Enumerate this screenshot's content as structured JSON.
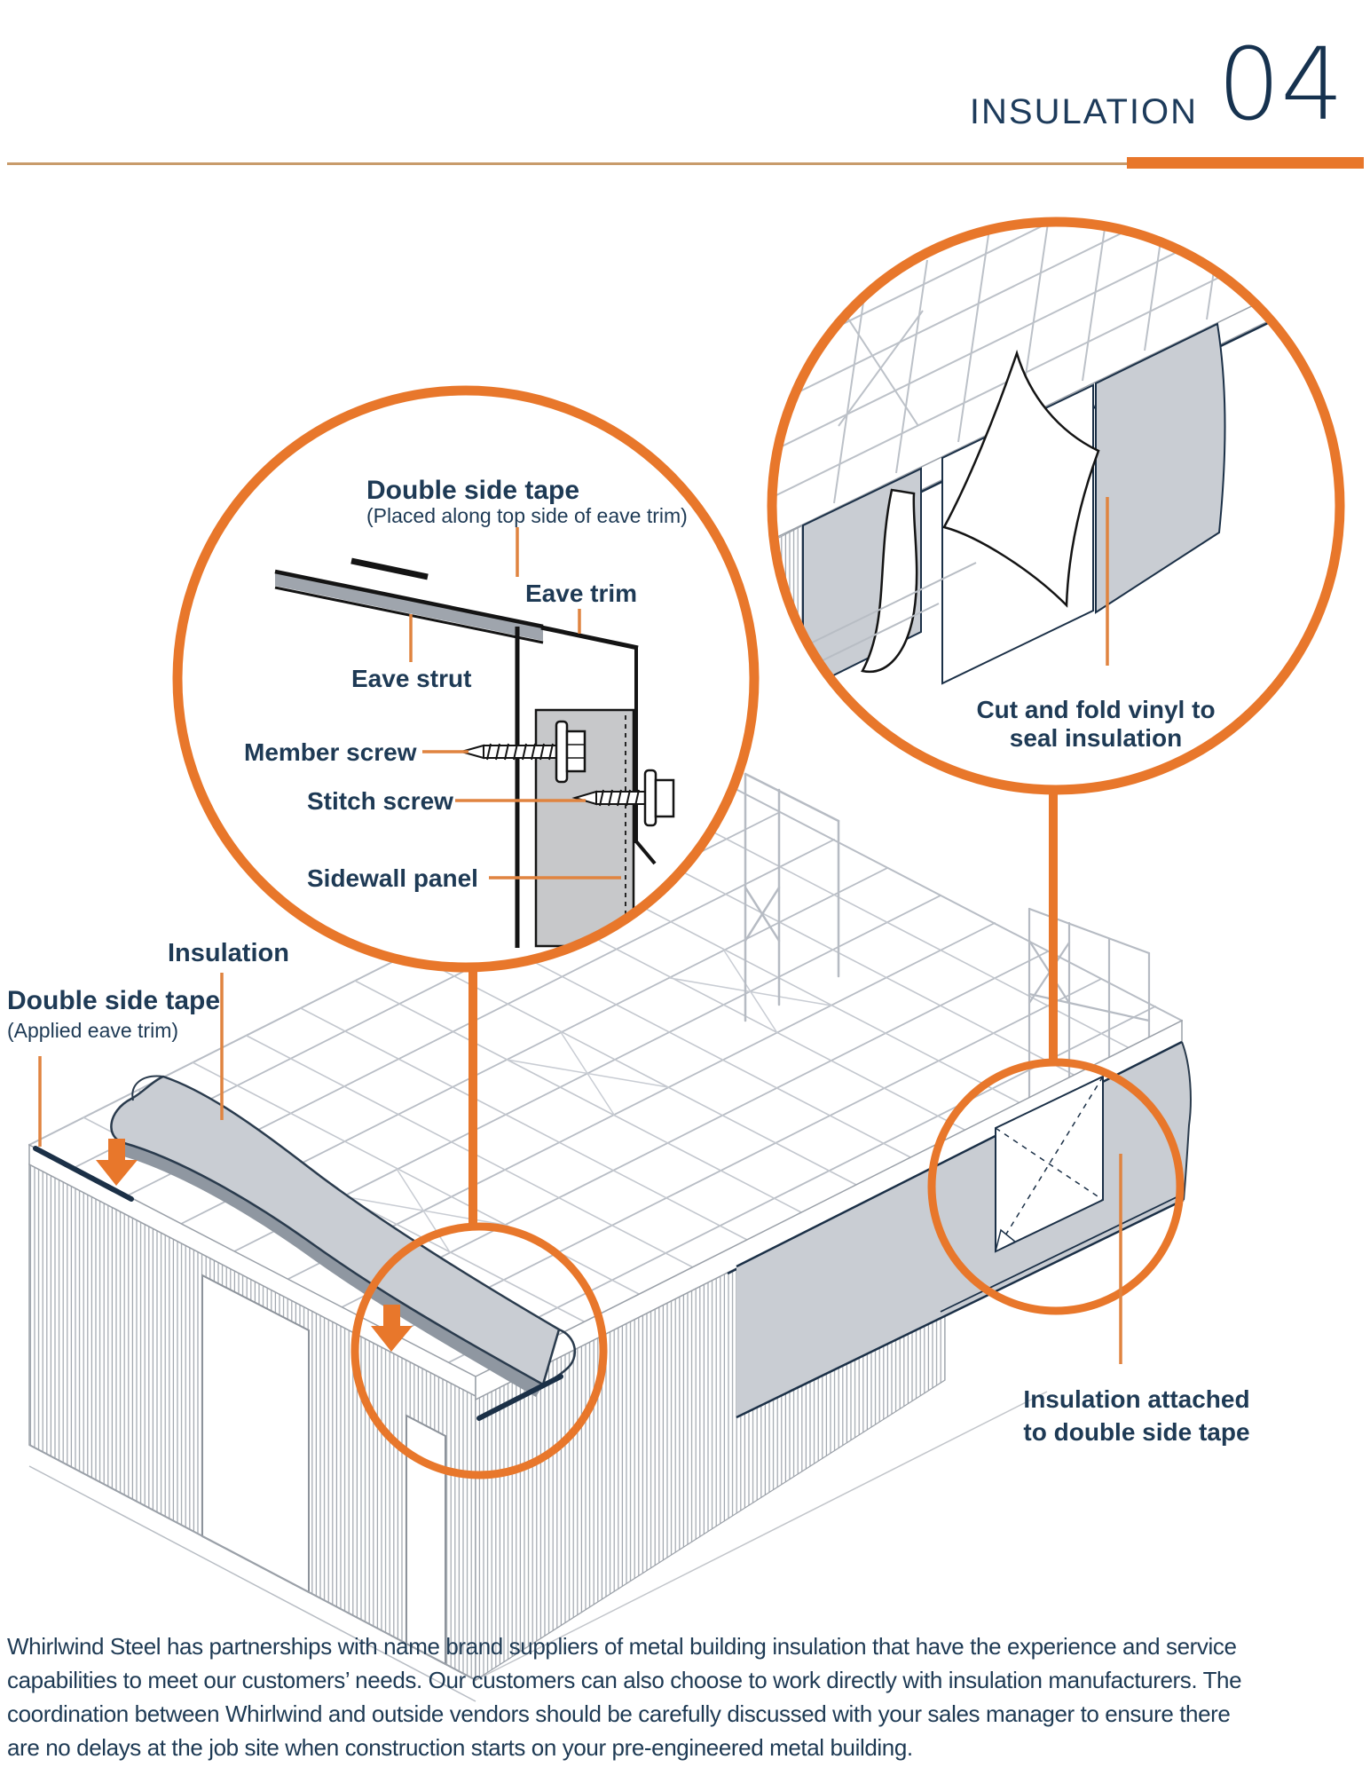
{
  "header": {
    "title": "INSULATION",
    "number": "04"
  },
  "left_detail": {
    "title": "Double side tape",
    "note": "(Placed along top side of eave trim)",
    "eave_trim": "Eave trim",
    "eave_strut": "Eave strut",
    "member_screw": "Member screw",
    "stitch_screw": "Stitch screw",
    "sidewall_panel": "Sidewall panel"
  },
  "right_detail": {
    "label_line1": "Cut and fold vinyl to",
    "label_line2": "seal insulation"
  },
  "building": {
    "insulation_label": "Insulation",
    "tape_label": "Double side tape",
    "tape_note": "(Applied eave trim)",
    "attached_line1": "Insulation attached",
    "attached_line2": "to double side tape"
  },
  "paragraph": {
    "line1": "Whirlwind Steel has partnerships with name brand suppliers of metal building insulation that have the experience and service",
    "line2": "capabilities to meet our customers’ needs. Our customers can also choose to work directly with insulation manufacturers. The",
    "line3": "coordination between Whirlwind and outside vendors should be carefully discussed with your sales manager to ensure there",
    "line4": "are no delays at the job site when construction starts on your pre-engineered metal building."
  },
  "colors": {
    "navy_text": "#1e3a55",
    "navy_line": "#1b3047",
    "orange_accent": "#e8772b",
    "orange_leader": "#e08440",
    "tan_rule": "#c89b6b",
    "gray_fill": "#c9cdd3",
    "frame_gray": "#bfc4cb"
  }
}
